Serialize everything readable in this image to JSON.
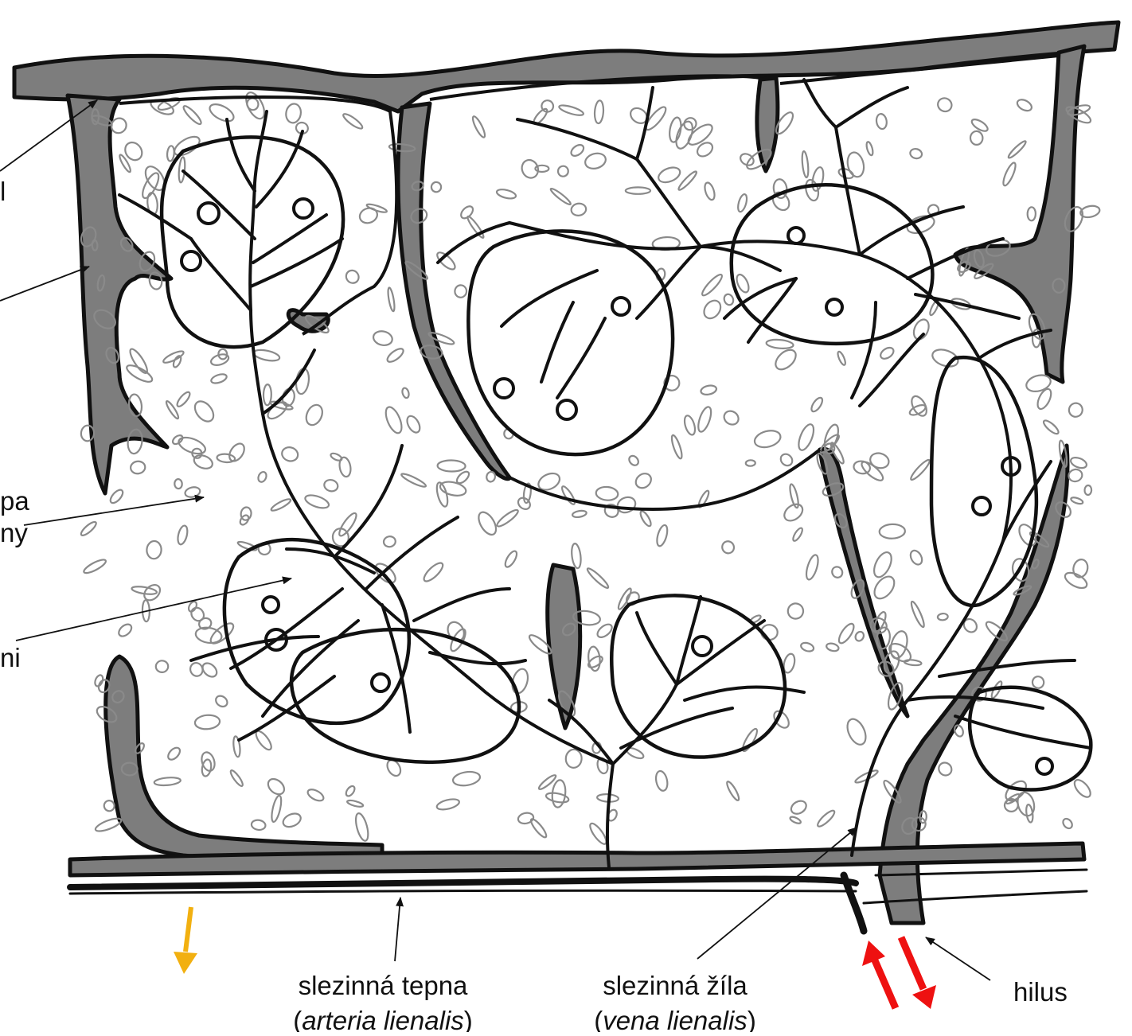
{
  "labels": {
    "capsule_fragment": "l",
    "red_pulp_fragment_1": "pa",
    "red_pulp_fragment_2": "ny",
    "white_pulp_fragment": "ni",
    "artery_name": "slezinná tepna",
    "artery_latin": "arteria lienalis",
    "vein_name": "slezinná žíla",
    "vein_latin": "vena lienalis",
    "hilus": "hilus",
    "paren_open": "(",
    "paren_close": ")"
  },
  "colors": {
    "ink": "#111111",
    "trabecula": "#7d7d7d",
    "red_pulp_sketch": "#8a8a8a",
    "flow_in_arrow": "#f2b010",
    "hilus_arrows": "#ee1111"
  }
}
